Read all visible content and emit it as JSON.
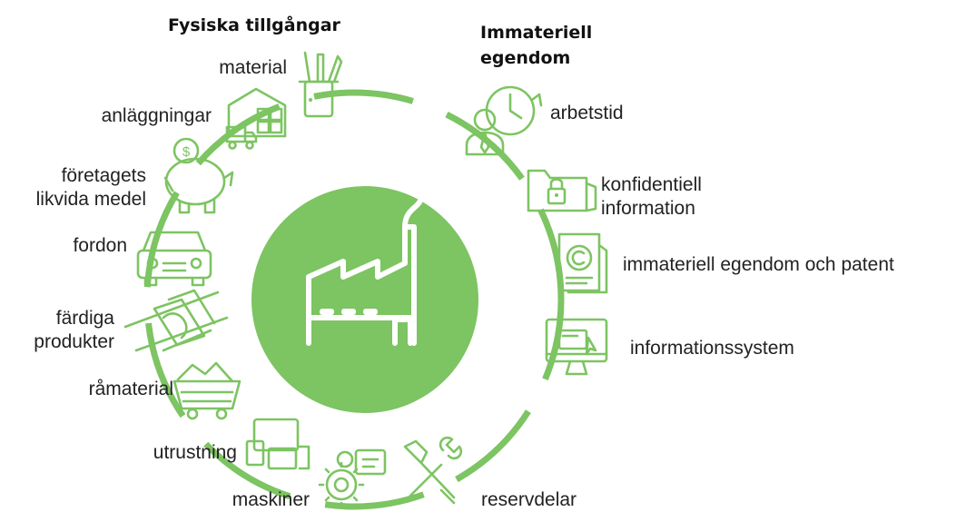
{
  "headings": {
    "physical": "Fysiska tillgångar",
    "intangible_line1": "Immateriell",
    "intangible_line2": "egendom"
  },
  "physical_items": [
    {
      "label": "material",
      "icon": "art-supplies-icon"
    },
    {
      "label": "anläggningar",
      "icon": "warehouse-truck-icon"
    },
    {
      "label_line1": "företagets",
      "label_line2": "likvida medel",
      "icon": "piggy-bank-icon"
    },
    {
      "label": "fordon",
      "icon": "car-icon"
    },
    {
      "label_line1": "färdiga",
      "label_line2": "produkter",
      "icon": "conveyor-products-icon"
    },
    {
      "label": "råmaterial",
      "icon": "mine-cart-icon"
    },
    {
      "label": "utrustning",
      "icon": "devices-icon"
    },
    {
      "label": "maskiner",
      "icon": "gear-machine-icon"
    }
  ],
  "intangible_items": [
    {
      "label": "arbetstid",
      "icon": "worker-clock-icon"
    },
    {
      "label_line1": "konfidentiell",
      "label_line2": "information",
      "icon": "locked-folder-icon"
    },
    {
      "label": "immateriell egendom och patent",
      "icon": "copyright-document-icon"
    },
    {
      "label": "informationssystem",
      "icon": "computer-monitor-icon"
    },
    {
      "label": "reservdelar",
      "icon": "wrench-screwdriver-icon"
    }
  ],
  "center": {
    "icon": "factory-icon"
  },
  "colors": {
    "accent": "#7dc462",
    "text": "#222222",
    "center_fill": "#7dc462"
  }
}
